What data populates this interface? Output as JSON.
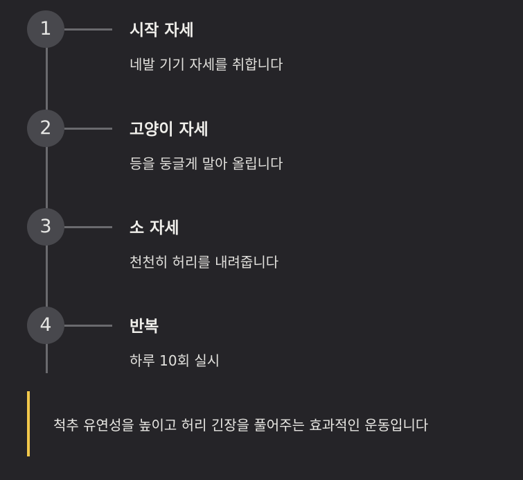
{
  "steps": [
    {
      "number": "1",
      "title": "시작 자세",
      "description": "네발 기기 자세를 취합니다"
    },
    {
      "number": "2",
      "title": "고양이 자세",
      "description": "등을 둥글게 말아 올립니다"
    },
    {
      "number": "3",
      "title": "소 자세",
      "description": "천천히 허리를 내려줍니다"
    },
    {
      "number": "4",
      "title": "반복",
      "description": "하루 10회 실시"
    }
  ],
  "note": {
    "text": "척추 유연성을 높이고 허리 긴장을 풀어주는 효과적인 운동입니다"
  },
  "colors": {
    "background": "#252428",
    "rail": "#6a6a6e",
    "circle": "#48484d",
    "accent": "#f2c84b"
  }
}
